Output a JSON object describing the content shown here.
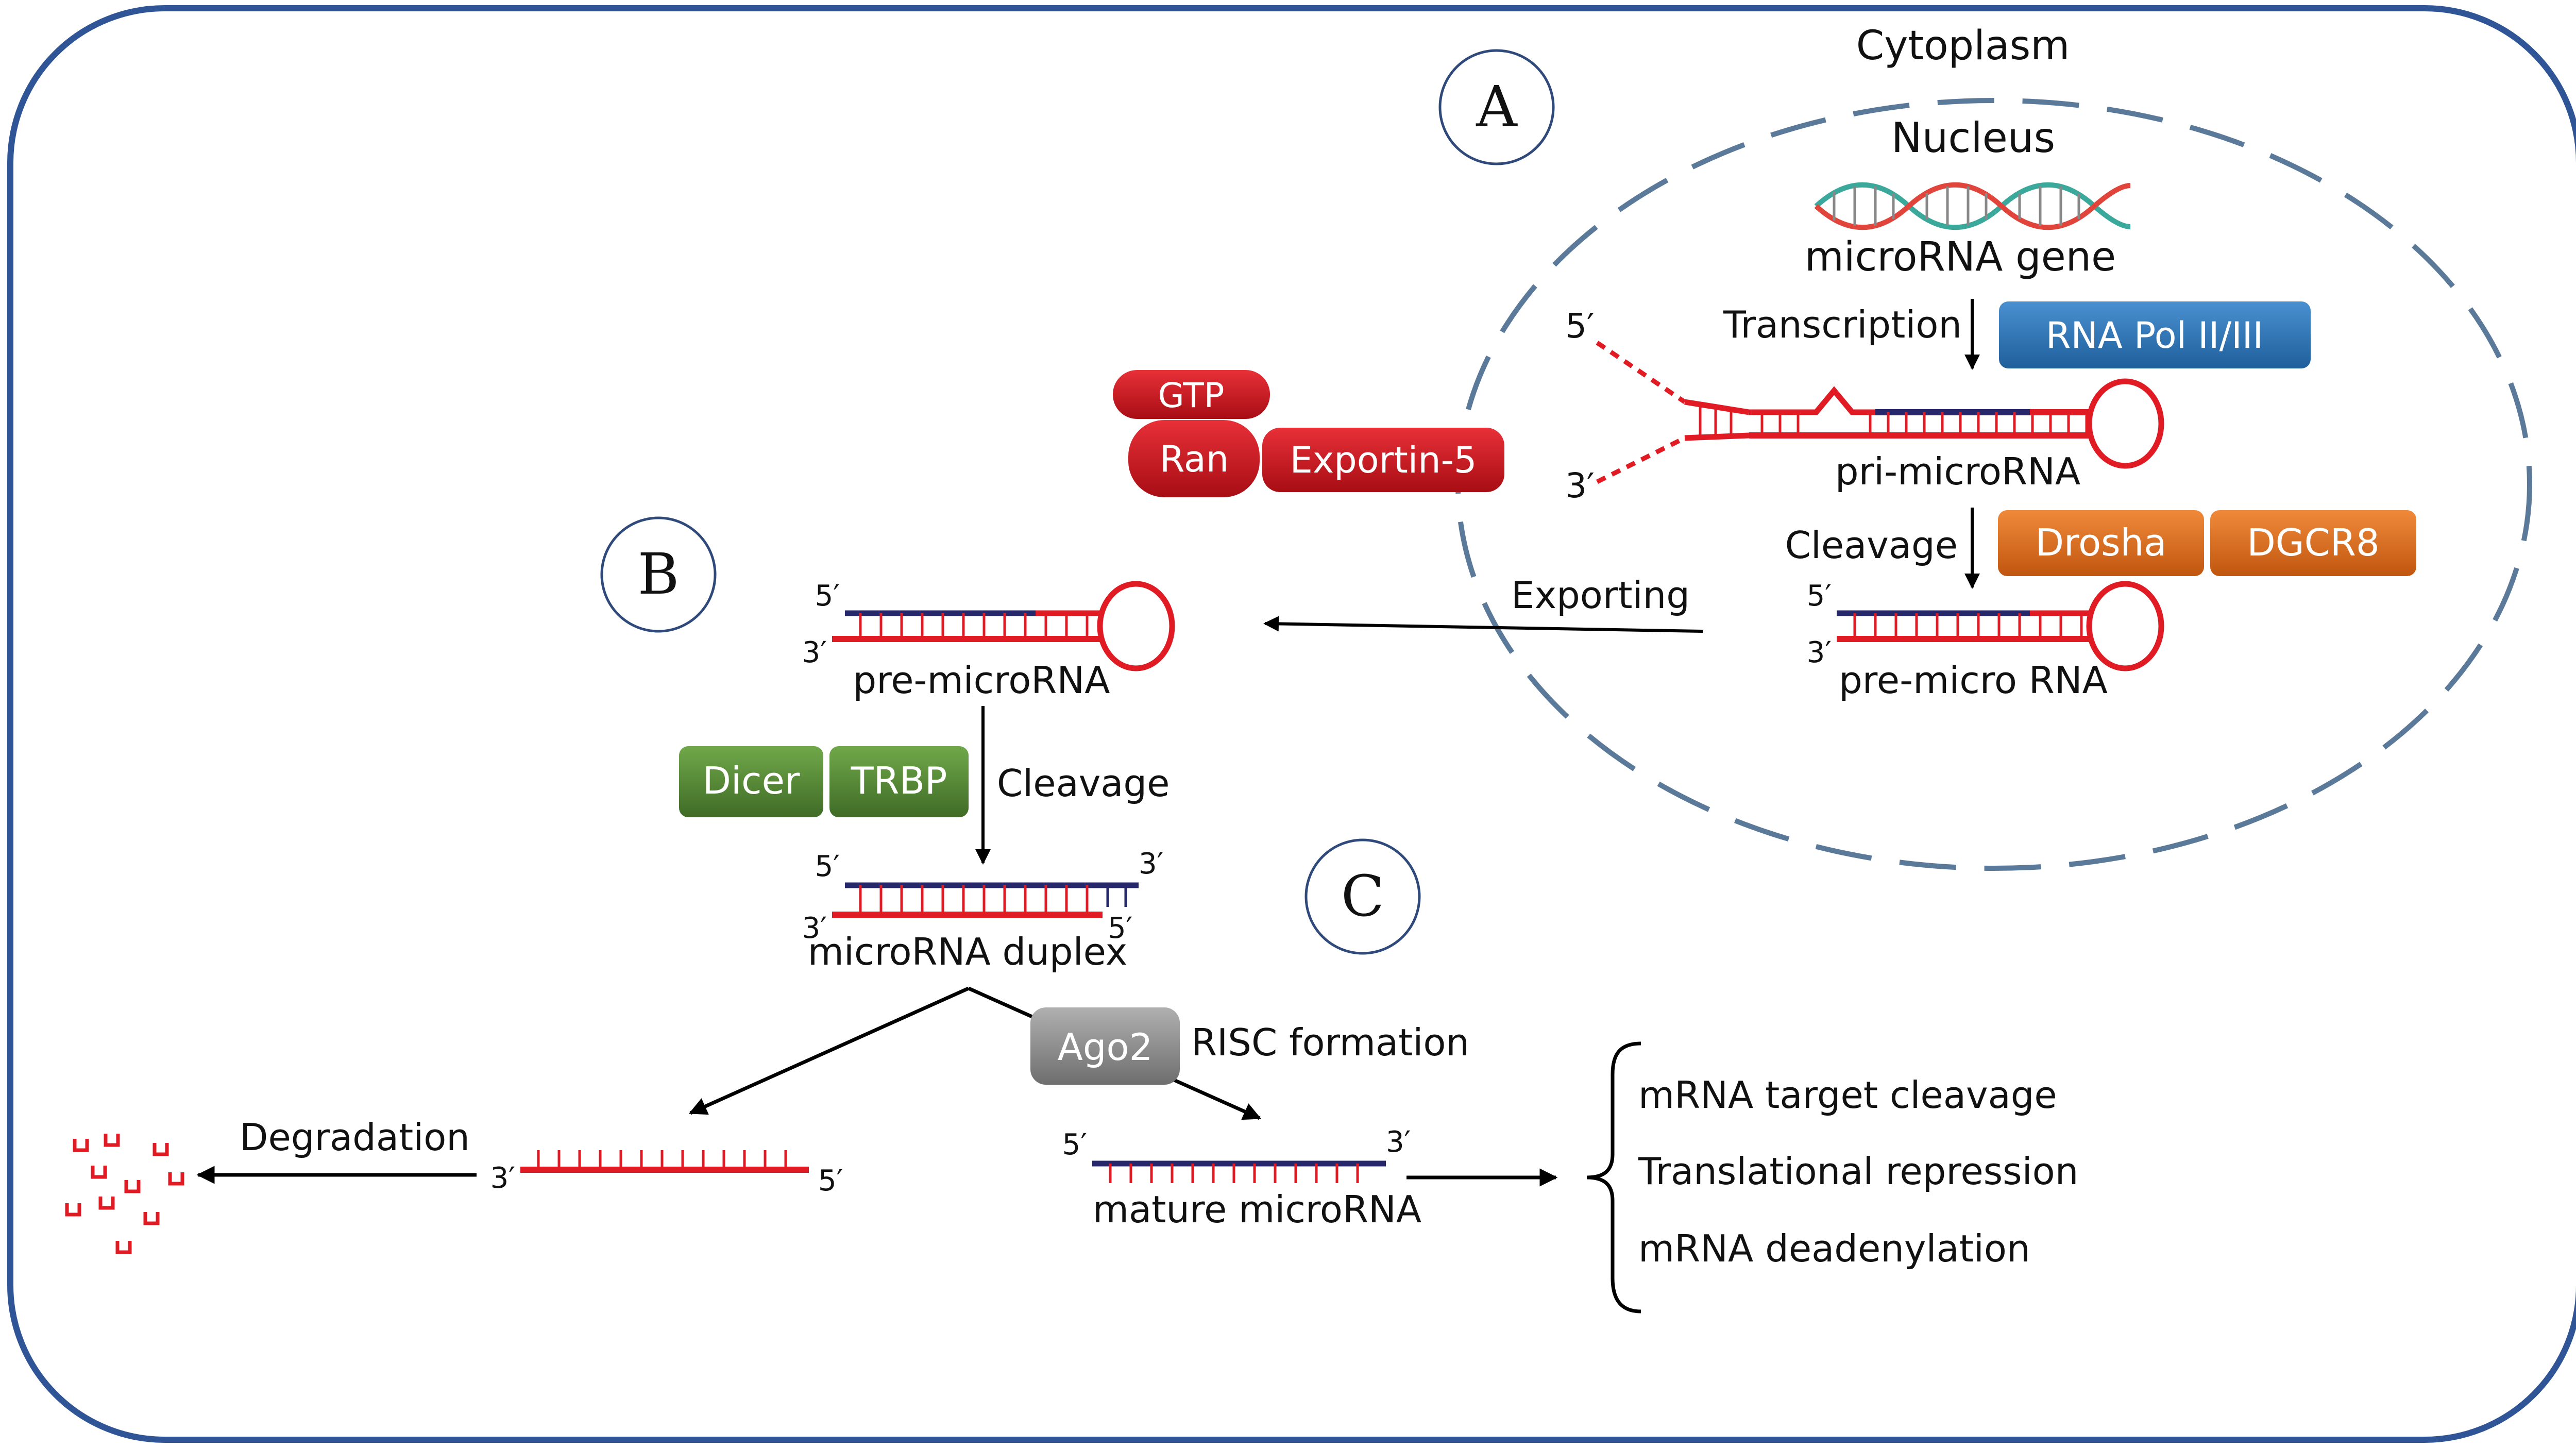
{
  "compartments": {
    "cytoplasm": "Cytoplasm",
    "nucleus": "Nucleus"
  },
  "panels": {
    "a": "A",
    "b": "B",
    "c": "C"
  },
  "gene": {
    "label": "microRNA gene"
  },
  "steps": {
    "transcription": "Transcription",
    "nuclear_cleavage": "Cleavage",
    "exporting": "Exporting",
    "dicer_cleavage": "Cleavage",
    "risc_formation": "RISC formation",
    "degradation": "Degradation"
  },
  "proteins": {
    "rna_pol": "RNA Pol II/III",
    "drosha": "Drosha",
    "dgcr8": "DGCR8",
    "gtp": "GTP",
    "ran": "Ran",
    "exportin": "Exportin-5",
    "dicer": "Dicer",
    "trbp": "TRBP",
    "ago2": "Ago2"
  },
  "molecules": {
    "pri_mirna": "pri-microRNA",
    "pre_mirna_nucleus": "pre-micro RNA",
    "pre_mirna_cytoplasm": "pre-microRNA",
    "duplex": "microRNA duplex",
    "mature": "mature microRNA"
  },
  "ends": {
    "five_prime": "5′",
    "three_prime": "3′"
  },
  "outcomes": [
    "mRNA target cleavage",
    "Translational repression",
    "mRNA deadenylation"
  ],
  "colors": {
    "cell_border": "#2f5597",
    "nucleus_border": "#5b7a9a",
    "rna_red": "#e01b24",
    "rna_blue": "#27276b",
    "pol_blue": "#2e75b6",
    "drosha_orange": "#d86a1f",
    "exportin_red": "#c0141c",
    "dicer_green": "#548235",
    "ago_gray": "#8c8c8c"
  }
}
